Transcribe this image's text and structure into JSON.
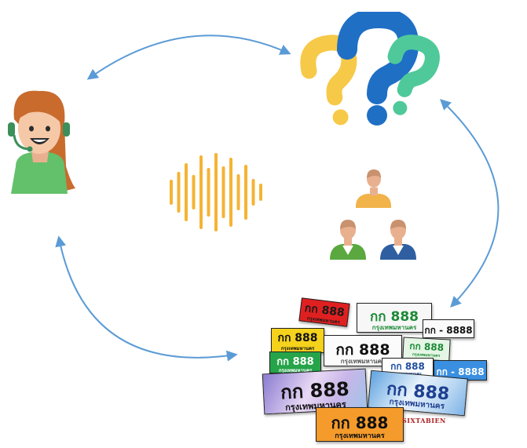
{
  "cycle": {
    "arrow_color": "#5b9bd5"
  },
  "icons": {
    "agent": "customer-service-agent-icon",
    "questions": "question-marks-icon",
    "voice": "sound-wave-icon",
    "people": "people-hierarchy-icon",
    "plates": "license-plates-collage-icon"
  },
  "colors": {
    "q_yellow": "#f7c948",
    "q_blue": "#1f6fc5",
    "q_green": "#4fc99a",
    "wave": "#f5b335",
    "person_top": "#f2b34a",
    "person_left": "#5aa83f",
    "person_right": "#2f5fa0",
    "skin": "#e9b08f",
    "agent_shirt": "#63c06b",
    "agent_hair": "#c86b2d"
  },
  "plates": [
    {
      "id": "red",
      "reg": "กก 888",
      "prov": "กรุงเทพมหานคร"
    },
    {
      "id": "white-green",
      "reg": "กก 888",
      "prov": "กรุงเทพมหานคร"
    },
    {
      "id": "small-white",
      "reg": "กก - 8888",
      "prov": ""
    },
    {
      "id": "yellow",
      "reg": "กก 888",
      "prov": "กรุงเทพมหานคร"
    },
    {
      "id": "white-main",
      "reg": "กก 888",
      "prov": "กรุงเทพมหานคร"
    },
    {
      "id": "light-green",
      "reg": "กก 888",
      "prov": "กรุงเทพมหานคร"
    },
    {
      "id": "green",
      "reg": "กก 888",
      "prov": "กรุงเทพมหานคร"
    },
    {
      "id": "blue-small",
      "reg": "กก 888",
      "prov": "กรุงเทพมหานคร"
    },
    {
      "id": "blue",
      "reg": "กก - 8888",
      "prov": ""
    },
    {
      "id": "purple",
      "reg": "กก 888",
      "prov": "กรุงเทพมหานคร"
    },
    {
      "id": "sky",
      "reg": "กก 888",
      "prov": "กรุงเทพมหานคร"
    },
    {
      "id": "orange",
      "reg": "กก 888",
      "prov": "กรุงเทพมหานคร"
    }
  ],
  "watermark": "SIXTABIEN"
}
